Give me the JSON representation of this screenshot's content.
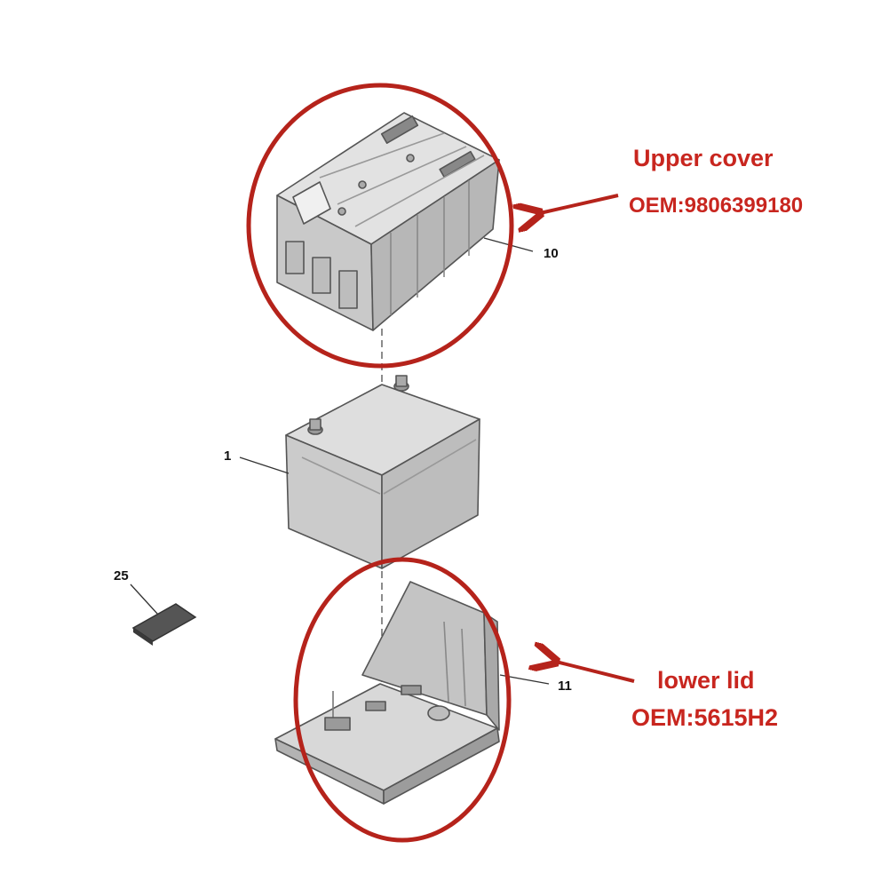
{
  "callouts": {
    "upper": {
      "title": "Upper cover",
      "oem": "OEM:9806399180"
    },
    "lower": {
      "title": "lower lid",
      "oem": "OEM:5615H2"
    }
  },
  "part_numbers": {
    "p1": "1",
    "p10": "10",
    "p11": "11",
    "p25": "25"
  },
  "colors": {
    "highlight": "#b5231b",
    "part_fill": "#d4d4d4",
    "part_stroke": "#555555"
  }
}
